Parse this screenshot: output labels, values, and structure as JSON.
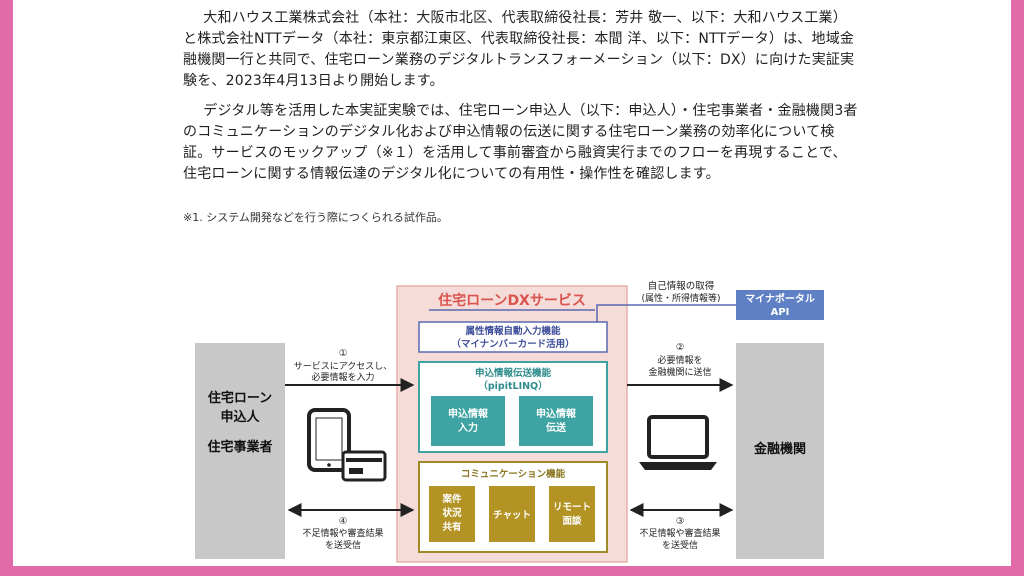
{
  "article": {
    "paragraph1": "大和ハウス工業株式会社（本社：大阪市北区、代表取締役社長：芳井 敬一、以下：大和ハウス工業）と株式会社NTTデータ（本社：東京都江東区、代表取締役社長：本間 洋、以下：NTTデータ）は、地域金融機関一行と共同で、住宅ローン業務のデジタルトランスフォーメーション（以下：DX）に向けた実証実験を、2023年4月13日より開始します。",
    "paragraph2": "デジタル等を活用した本実証実験では、住宅ローン申込人（以下：申込人）・住宅事業者・金融機関3者のコミュニケーションのデジタル化および申込情報の伝送に関する住宅ローン業務の効率化について検証。サービスのモックアップ（※１）を活用して事前審査から融資実行までのフローを再現することで、住宅ローンに関する情報伝達のデジタル化についての有用性・操作性を確認します。",
    "footnote": "※1. システム開発などを行う際につくられる試作品。"
  },
  "diagram": {
    "service_title": "住宅ローンDXサービス",
    "attr_input_line1": "属性情報自動入力機能",
    "attr_input_line2": "（マイナンバーカード活用）",
    "transfer_title_line1": "申込情報伝送機能",
    "transfer_title_line2": "（pipitLINQ）",
    "input_box_line1": "申込情報",
    "input_box_line2": "入力",
    "send_box_line1": "申込情報",
    "send_box_line2": "伝送",
    "comm_title": "コミュニケーション機能",
    "case_line1": "案件",
    "case_line2": "状況",
    "case_line3": "共有",
    "chat": "チャット",
    "remote_line1": "リモート",
    "remote_line2": "面談",
    "mynaportal_line1": "マイナポータル",
    "mynaportal_line2": "API",
    "self_info_line1": "自己情報の取得",
    "self_info_line2": "(属性・所得情報等)",
    "left_line1": "住宅ローン",
    "left_line2": "申込人",
    "left_line3": "住宅事業者",
    "right": "金融機関",
    "step1_num": "①",
    "step1_line1": "サービスにアクセスし、",
    "step1_line2": "必要情報を入力",
    "step2_num": "②",
    "step2_line1": "必要情報を",
    "step2_line2": "金融機関に送信",
    "step3_num": "③",
    "step3_line1": "不足情報や審査結果",
    "step3_line2": "を送受信",
    "step4_num": "④",
    "step4_line1": "不足情報や審査結果",
    "step4_line2": "を送受信"
  },
  "colors": {
    "service_bg": "#f6dcd8",
    "service_border": "#e7b1a9",
    "service_title": "#d9534f",
    "attr_border": "#5868b0",
    "attr_text": "#3e4e9a",
    "teal": "#3fa3a3",
    "teal_text": "#2e8c8c",
    "gold": "#a08a28",
    "gold_fill": "#b39323",
    "portal": "#5f80c4",
    "gray_box": "#c8c8c8"
  }
}
